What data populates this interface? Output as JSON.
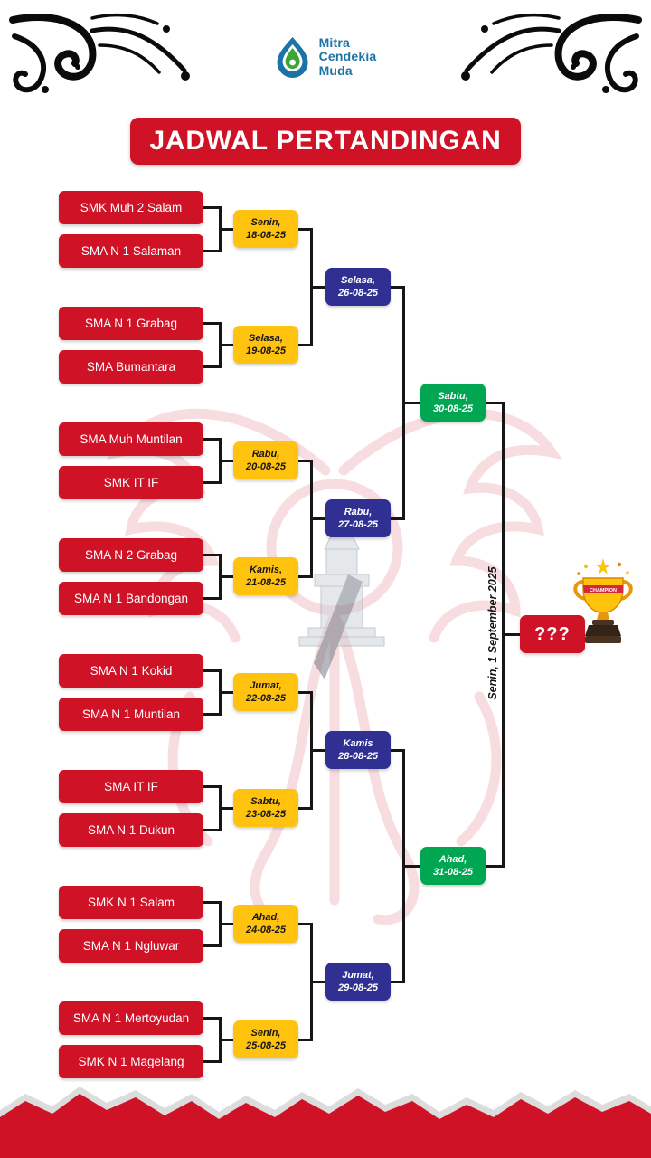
{
  "header": {
    "logo": {
      "name_lines": [
        "Mitra",
        "Cendekia",
        "Muda"
      ]
    },
    "title": "JADWAL PERTANDINGAN"
  },
  "bracket": {
    "round1": [
      {
        "team1": "SMK Muh 2 Salam",
        "team2": "SMA N 1 Salaman",
        "day": "Senin,",
        "date": "18-08-25"
      },
      {
        "team1": "SMA N 1 Grabag",
        "team2": "SMA Bumantara",
        "day": "Selasa,",
        "date": "19-08-25"
      },
      {
        "team1": "SMA Muh Muntilan",
        "team2": "SMK IT IF",
        "day": "Rabu,",
        "date": "20-08-25"
      },
      {
        "team1": "SMA N 2 Grabag",
        "team2": "SMA N 1 Bandongan",
        "day": "Kamis,",
        "date": "21-08-25"
      },
      {
        "team1": "SMA N 1 Kokid",
        "team2": "SMA N 1 Muntilan",
        "day": "Jumat,",
        "date": "22-08-25"
      },
      {
        "team1": "SMA IT IF",
        "team2": "SMA N 1 Dukun",
        "day": "Sabtu,",
        "date": "23-08-25"
      },
      {
        "team1": "SMK N 1 Salam",
        "team2": "SMA N 1 Ngluwar",
        "day": "Ahad,",
        "date": "24-08-25"
      },
      {
        "team1": "SMA N 1 Mertoyudan",
        "team2": "SMK N 1 Magelang",
        "day": "Senin,",
        "date": "25-08-25"
      }
    ],
    "round2": [
      {
        "day": "Selasa,",
        "date": "26-08-25"
      },
      {
        "day": "Rabu,",
        "date": "27-08-25"
      },
      {
        "day": "Kamis",
        "date": "28-08-25"
      },
      {
        "day": "Jumat,",
        "date": "29-08-25"
      }
    ],
    "round3": [
      {
        "day": "Sabtu,",
        "date": "30-08-25"
      },
      {
        "day": "Ahad,",
        "date": "31-08-25"
      }
    ],
    "final": {
      "date_vertical": "Senin, 1 September 2025",
      "winner_placeholder": "???",
      "trophy_ribbon": "CHAMPION"
    }
  },
  "colors": {
    "red": "#CF1226",
    "yellow": "#FFC20E",
    "blue": "#2F3091",
    "green": "#00A651",
    "line": "#161616",
    "logo_blue": "#1C73A6",
    "logo_green": "#3DA437",
    "watermark_red": "#D1202F"
  }
}
